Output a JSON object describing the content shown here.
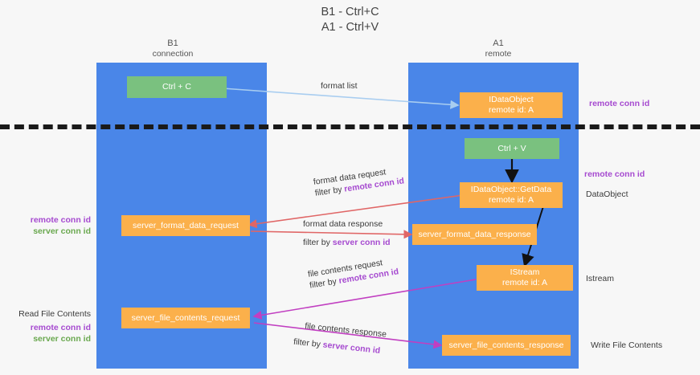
{
  "diagram": {
    "title_line1": "B1 - Ctrl+C",
    "title_line2": "A1 - Ctrl+V",
    "columns": [
      {
        "id": "b1",
        "name": "B1",
        "sub": "connection"
      },
      {
        "id": "a1",
        "name": "A1",
        "sub": "remote"
      }
    ],
    "colors": {
      "lane": "#4a86e8",
      "node_green": "#7ac17f",
      "node_orange": "#fbb04b",
      "accent_purple": "#a64ad0",
      "accent_green": "#6aa84f",
      "arrow_blue": "#a8cdf0",
      "arrow_red": "#e06666",
      "arrow_magenta": "#c13fc1",
      "arrow_black": "#111111",
      "background": "#f7f7f7",
      "separator": "#1a1a1a"
    },
    "nodes": {
      "ctrl_c": "Ctrl + C",
      "ctrl_v": "Ctrl + V",
      "idataobject_line1": "IDataObject",
      "idataobject_line2": "remote id: A",
      "getdata_line1": "IDataObject::GetData",
      "getdata_line2": "remote id: A",
      "istream_line1": "IStream",
      "istream_line2": "remote id: A",
      "server_format_data_request": "server_format_data_request",
      "server_format_data_response": "server_format_data_response",
      "server_file_contents_request": "server_file_contents_request",
      "server_file_contents_response": "server_file_contents_response"
    },
    "edge_labels": {
      "format_list": "format list",
      "format_data_request": "format data request",
      "format_data_request_filter_prefix": "filter by ",
      "format_data_request_filter_key": "remote conn id",
      "format_data_response": "format data response",
      "format_data_response_filter_prefix": "filter by ",
      "format_data_response_filter_key": "server conn id",
      "file_contents_request": "file contents request",
      "file_contents_request_filter_prefix": "filter by ",
      "file_contents_request_filter_key": "remote conn id",
      "file_contents_response": "file contents response",
      "file_contents_response_filter_prefix": "filter by ",
      "file_contents_response_filter_key": "server conn id"
    },
    "side_labels": {
      "right_remote_conn_id_top": "remote conn id",
      "right_remote_conn_id_mid": "remote conn id",
      "right_dataobject": "DataObject",
      "right_istream": "Istream",
      "right_write_file_contents": "Write File Contents",
      "left_remote_conn_id": "remote conn id",
      "left_server_conn_id": "server conn id",
      "left_read_file_contents": "Read File Contents",
      "left_remote_conn_id2": "remote conn id",
      "left_server_conn_id2": "server conn id"
    }
  }
}
